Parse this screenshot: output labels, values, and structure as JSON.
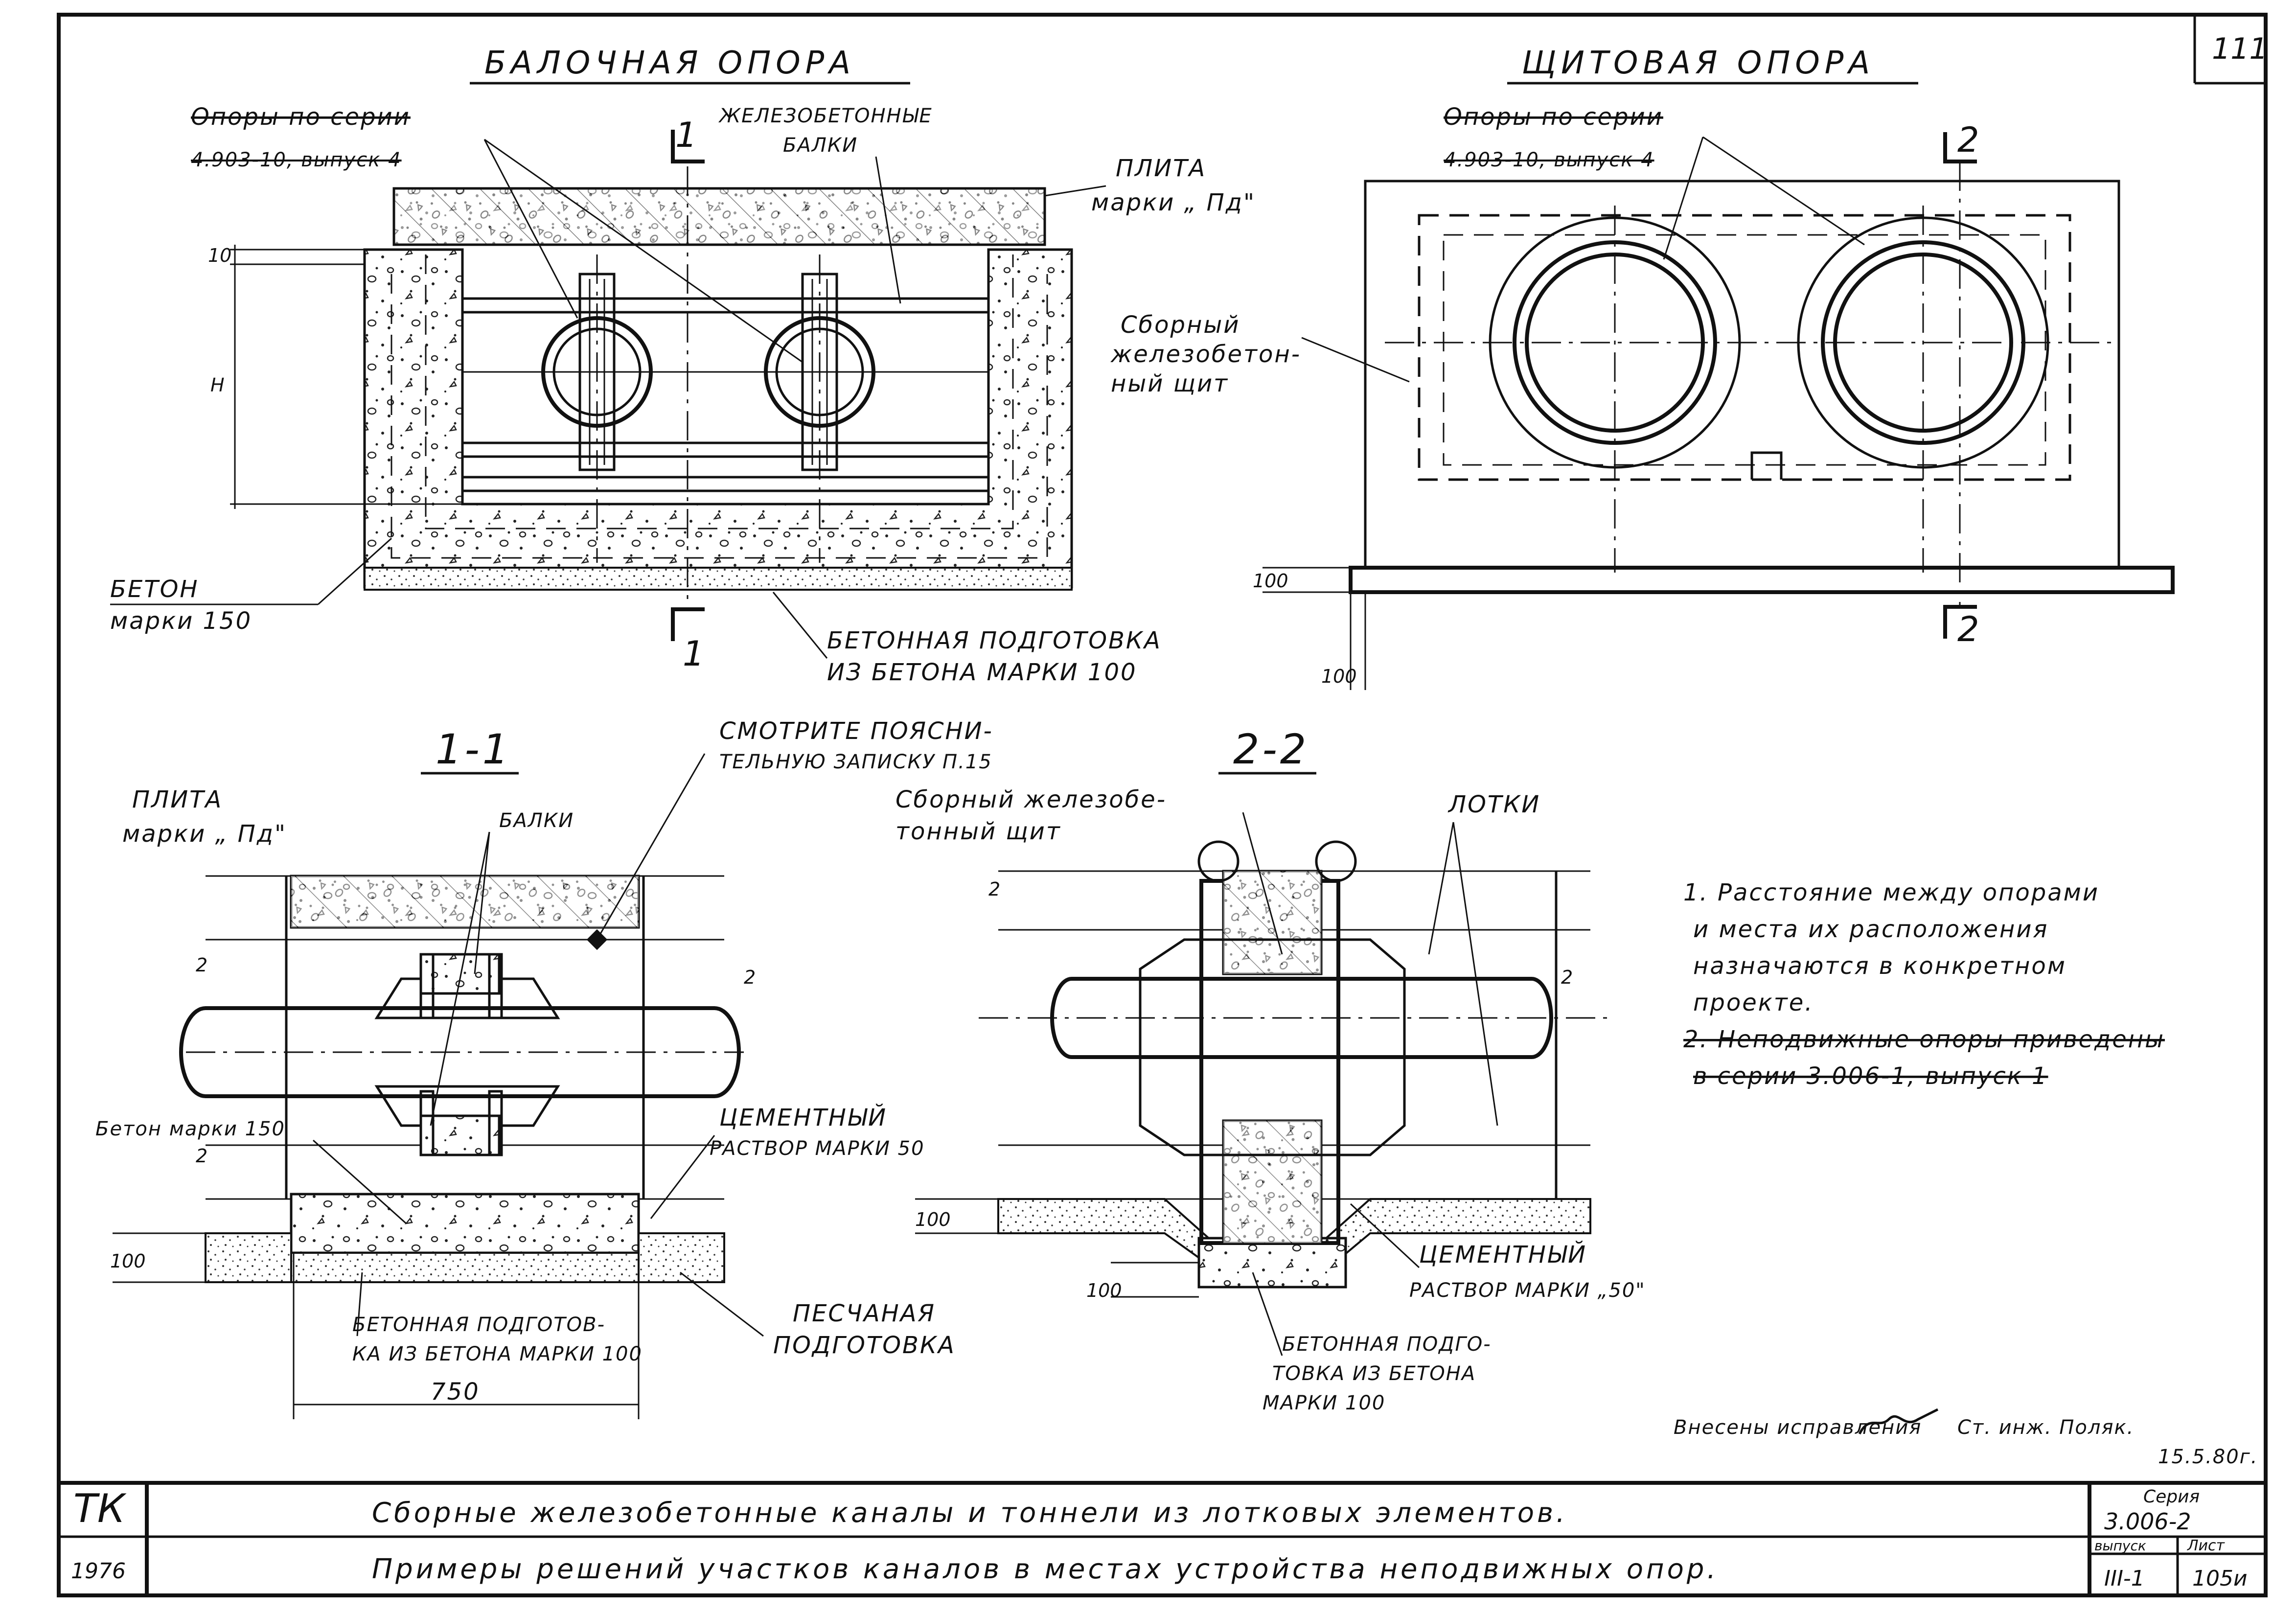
{
  "sheet_number": "111",
  "views": {
    "beam_support": {
      "title": "БАЛОЧНАЯ ОПОРА",
      "labels": {
        "supports_series_1": "Опоры по серии",
        "supports_series_2": "4.903-10, выпуск 4",
        "rc_beams_1": "ЖЕЛЕЗОБЕТОННЫЕ",
        "rc_beams_2": "БАЛКИ",
        "slab_1": "ПЛИТА",
        "slab_2": "марки „ Пд\"",
        "concrete_1": "БЕТОН",
        "concrete_2": "марки 150",
        "prep_1": "БЕТОННАЯ ПОДГОТОВКА",
        "prep_2": "ИЗ БЕТОНА МАРКИ 100",
        "section_mark": "1",
        "dim_10": "10",
        "dim_h": "H"
      }
    },
    "panel_support": {
      "title": "ЩИТОВАЯ ОПОРА",
      "labels": {
        "supports_series_1": "Опоры по серии",
        "supports_series_2": "4.903-10, выпуск 4",
        "panel_1": "Сборный",
        "panel_2": "железобетон-",
        "panel_3": "ный щит",
        "section_mark": "2",
        "dim_100a": "100",
        "dim_100b": "100"
      }
    },
    "section_1_1": {
      "title": "1-1",
      "labels": {
        "see_note_1": "СМОТРИТЕ ПОЯСНИ-",
        "see_note_2": "ТЕЛЬНУЮ ЗАПИСКУ П.15",
        "slab_1": "ПЛИТА",
        "slab_2": "марки „ Пд\"",
        "beams": "БАЛКИ",
        "concrete": "Бетон марки 150",
        "mortar_1": "ЦЕМЕНТНЫЙ",
        "mortar_2": "РАСТВОР МАРКИ 50",
        "sand_1": "ПЕСЧАНАЯ",
        "sand_2": "ПОДГОТОВКА",
        "prep_1": "БЕТОННАЯ ПОДГОТОВ-",
        "prep_2": "КА ИЗ БЕТОНА МАРКИ 100",
        "dim_750": "750",
        "dim_100": "100",
        "dim_2a": "2",
        "dim_2b": "2",
        "dim_2c": "2"
      }
    },
    "section_2_2": {
      "title": "2-2",
      "labels": {
        "panel_1": "Сборный железобе-",
        "panel_2": "тонный щит",
        "trays": "ЛОТКИ",
        "mortar_1": "ЦЕМЕНТНЫЙ",
        "mortar_2": "РАСТВОР МАРКИ „50\"",
        "prep_1": "БЕТОННАЯ ПОДГО-",
        "prep_2": "ТОВКА ИЗ БЕТОНА",
        "prep_3": "МАРКИ 100",
        "dim_100a": "100",
        "dim_100b": "100",
        "dim_2a": "2",
        "dim_2b": "2"
      }
    }
  },
  "notes": {
    "n1_1": "1. Расстояние между опорами",
    "n1_2": "и места их расположения",
    "n1_3": "назначаются в конкретном",
    "n1_4": "проекте.",
    "n2_1": "2. Неподвижные опоры приведены",
    "n2_2": "в серии 3.006-1, выпуск 1"
  },
  "revision": {
    "text": "Внесены исправления",
    "signer": "Ст. инж. Поляк.",
    "date": "15.5.80г."
  },
  "title_block": {
    "org": "ТК",
    "year": "1976",
    "title_main": "Сборные железобетонные каналы и тоннели из лотковых элементов.",
    "title_sub": "Примеры решений участков каналов в местах устройства неподвижных опор.",
    "series_label": "Серия",
    "series_value": "3.006-2",
    "issue_label": "выпуск",
    "issue_value": "III-1",
    "sheet_label": "Лист",
    "sheet_value": "105и"
  }
}
